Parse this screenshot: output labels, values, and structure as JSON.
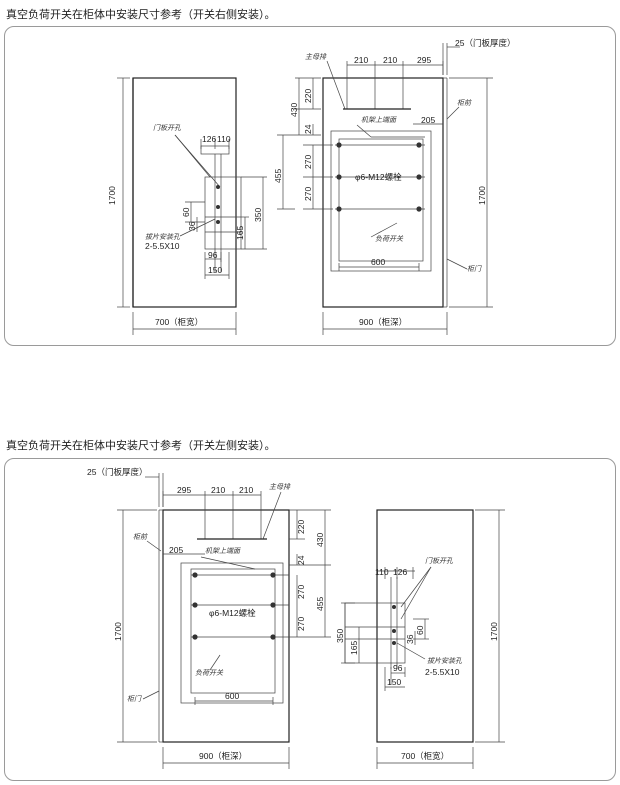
{
  "section1": {
    "title": "真空负荷开关在柜体中安装尺寸参考（开关右侧安装）。",
    "cabinet_width": "700（柜宽）",
    "cabinet_depth": "900（柜深）",
    "height": "1700",
    "door_thickness": "25（门板厚度）",
    "busbar": "主母排",
    "door_switch": "门板开孔",
    "frame_face": "机架上端面",
    "bolts": "φ6-M12螺栓",
    "load_switch": "负荷开关",
    "side_panel": "柜前",
    "door": "柜门",
    "mount_holes": "拔片安装孔",
    "hole_spec": "2-5.5X10",
    "dims": [
      "210",
      "210",
      "295",
      "220",
      "430",
      "24",
      "205",
      "270",
      "455",
      "270",
      "600",
      "126",
      "110",
      "60",
      "36",
      "350",
      "165",
      "96",
      "150"
    ]
  },
  "section2": {
    "title": "真空负荷开关在柜体中安装尺寸参考（开关左侧安装）。",
    "cabinet_width": "700（柜宽）",
    "cabinet_depth": "900（柜深）",
    "height": "1700",
    "door_thickness": "25（门板厚度）",
    "busbar": "主母排",
    "door_switch": "门板开孔",
    "frame_face": "机架上端面",
    "bolts": "φ6-M12螺栓",
    "load_switch": "负荷开关",
    "side_panel": "柜前",
    "door": "柜门",
    "mount_holes": "拔片安装孔",
    "hole_spec": "2-5.5X10",
    "dims": [
      "295",
      "210",
      "210",
      "220",
      "430",
      "205",
      "24",
      "270",
      "455",
      "270",
      "600",
      "110",
      "126",
      "350",
      "60",
      "165",
      "36",
      "96",
      "150"
    ]
  }
}
